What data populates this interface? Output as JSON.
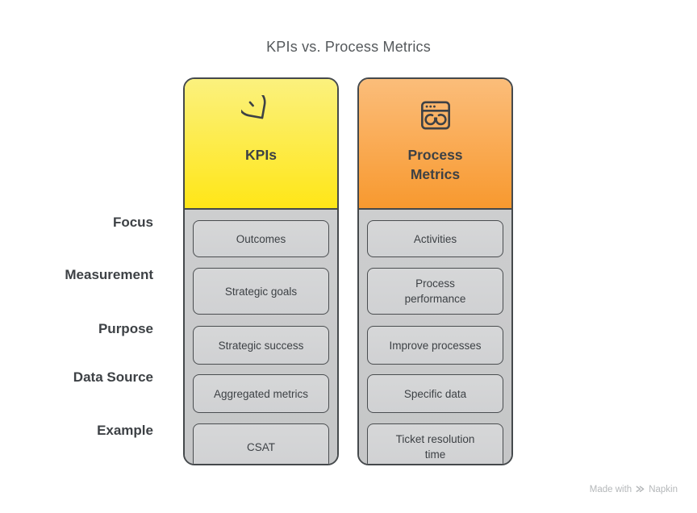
{
  "title": "KPIs vs. Process Metrics",
  "columns": {
    "kpis": {
      "label": "KPIs",
      "icon": "pie-chart-icon"
    },
    "process": {
      "label": "Process Metrics",
      "icon": "app-window-sync-icon"
    }
  },
  "rows": [
    {
      "label": "Focus",
      "kpis": "Outcomes",
      "process": "Activities"
    },
    {
      "label": "Measurement",
      "kpis": "Strategic goals",
      "process": "Process\nperformance"
    },
    {
      "label": "Purpose",
      "kpis": "Strategic success",
      "process": "Improve processes"
    },
    {
      "label": "Data Source",
      "kpis": "Aggregated metrics",
      "process": "Specific data"
    },
    {
      "label": "Example",
      "kpis": "CSAT",
      "process": "Ticket resolution\ntime"
    }
  ],
  "footer": {
    "made_with": "Made with",
    "brand": "Napkin"
  },
  "colors": {
    "kpi_top": "#fbf17e",
    "kpi_bottom": "#ffe617",
    "process_top": "#fbbd7a",
    "process_bottom": "#f8992f",
    "outline": "#45494c",
    "body_top": "#cdcecf",
    "body_bottom": "#c5c6c7",
    "cell_bg": "#d6d7d8",
    "cell_border": "#4a4d50",
    "text_dark": "#3d4145",
    "title_color": "#55595c",
    "watermark": "#b5b8ba"
  }
}
